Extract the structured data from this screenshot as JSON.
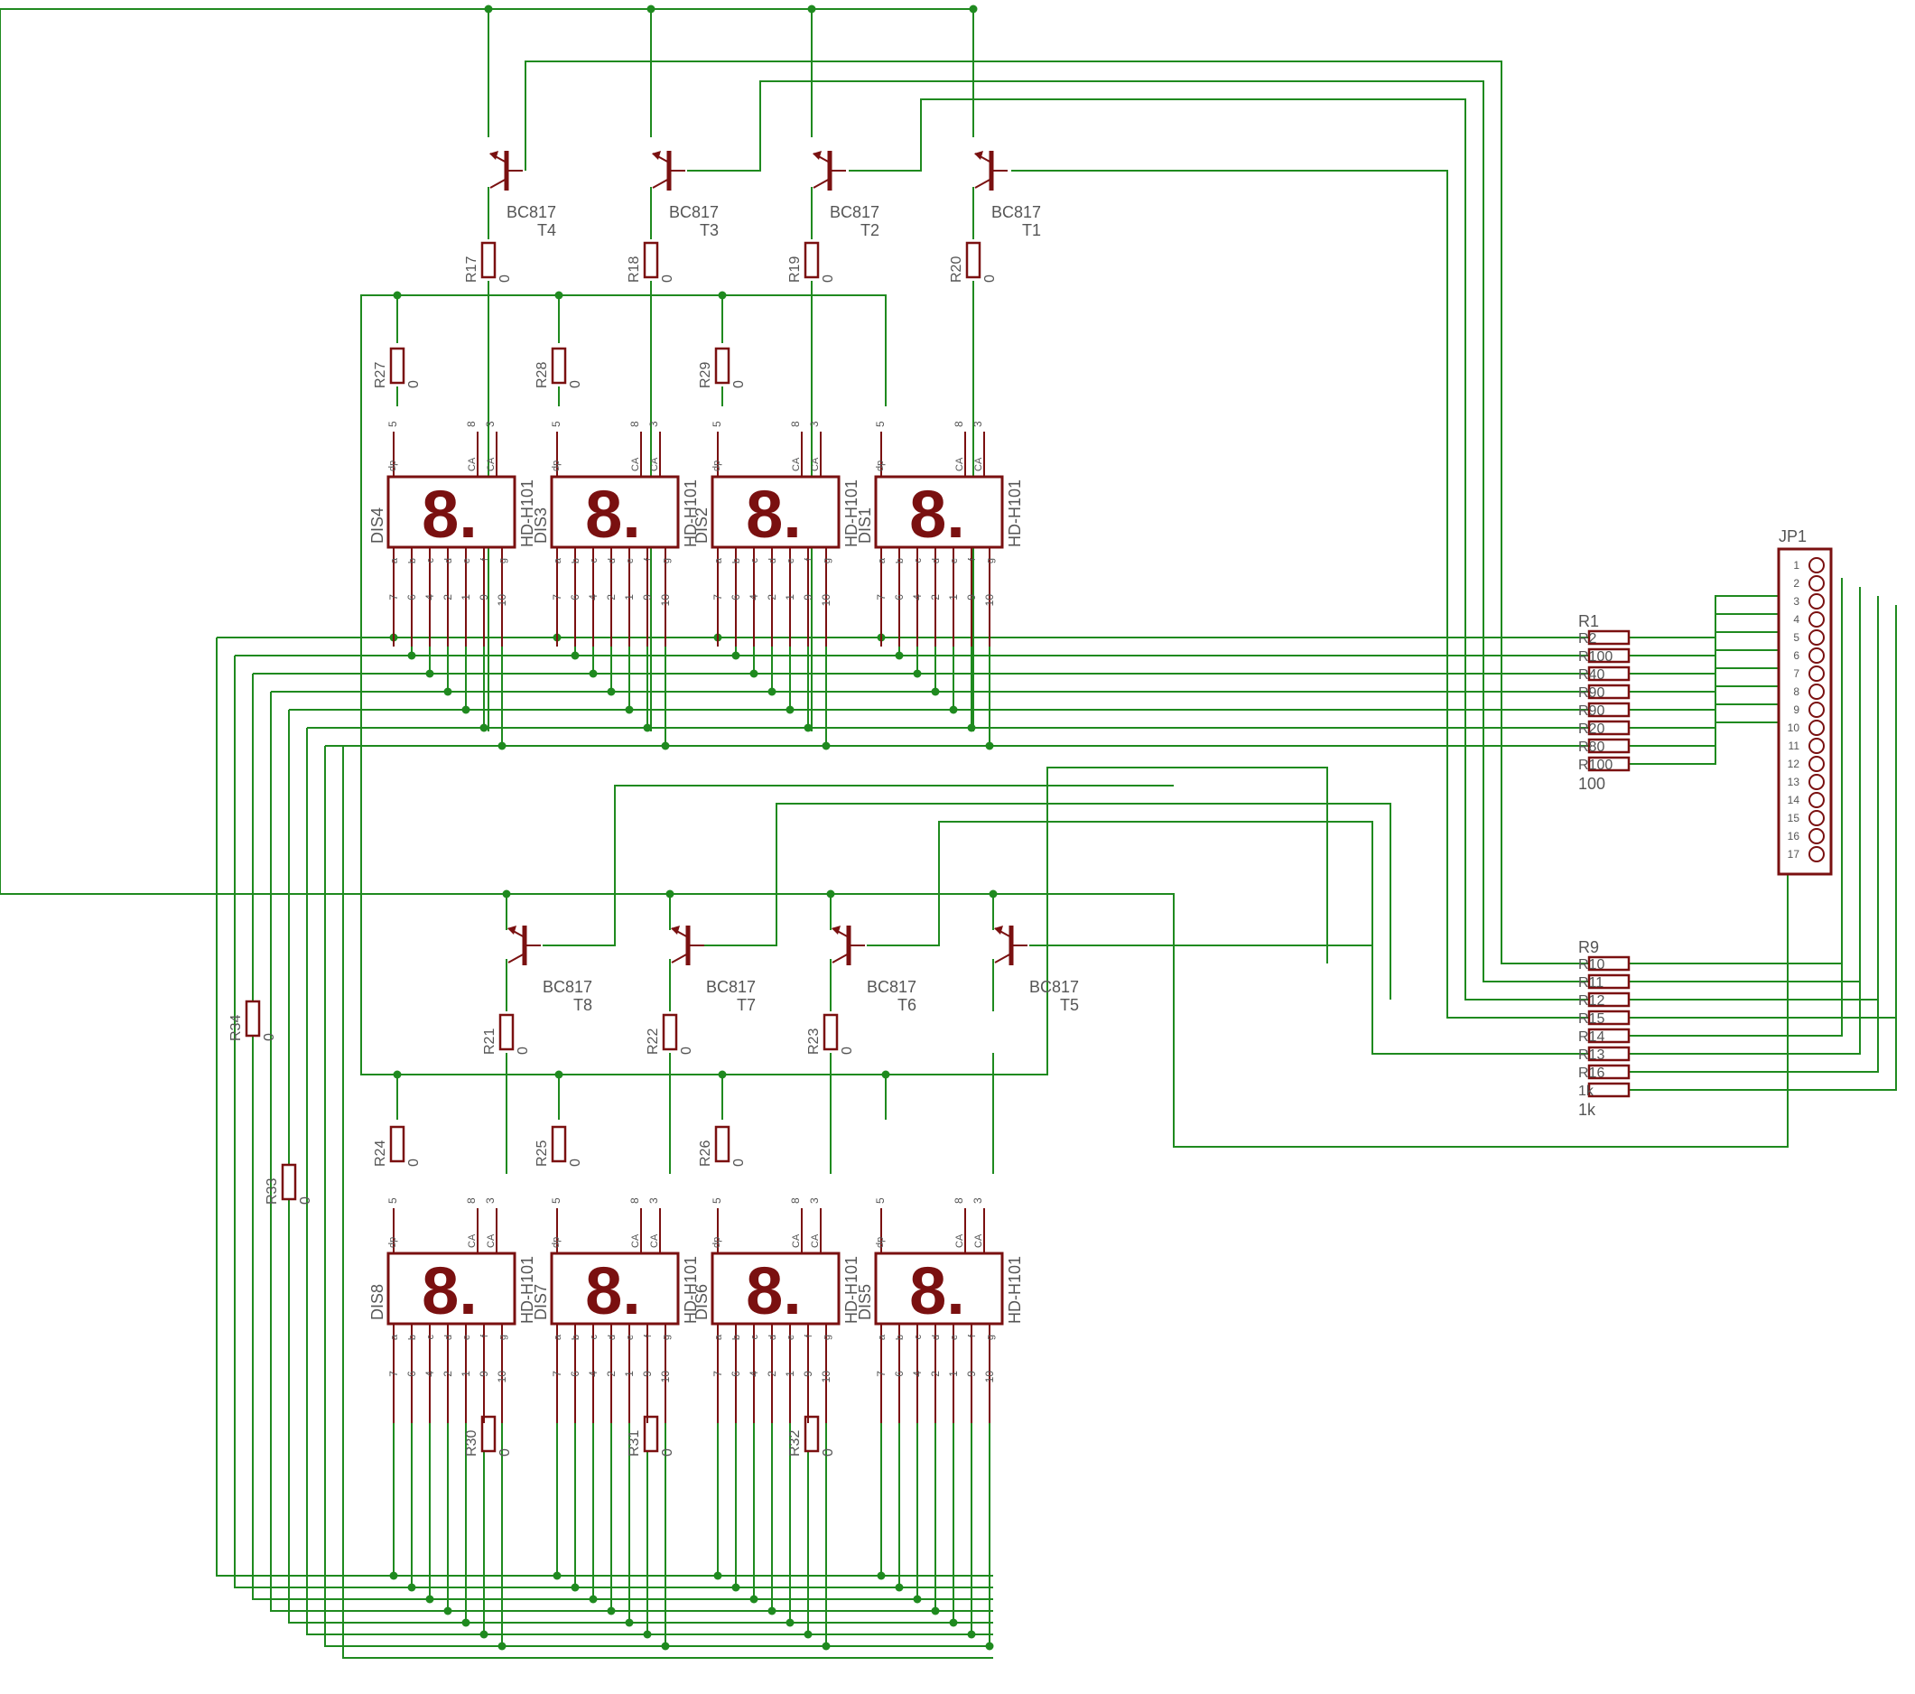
{
  "colors": {
    "wire": "#1f8a1f",
    "component": "#7a1010",
    "label": "#555555",
    "background": "#ffffff"
  },
  "display_top": {
    "glyph": "8.",
    "part": "HD-H101",
    "names": [
      "DIS4",
      "DIS3",
      "DIS2",
      "DIS1"
    ]
  },
  "display_bottom": {
    "glyph": "8.",
    "part": "HD-H101",
    "names": [
      "DIS8",
      "DIS7",
      "DIS6",
      "DIS5"
    ]
  },
  "pin_labels": {
    "top_numbers": [
      "5",
      "8",
      "3"
    ],
    "top_names": [
      "dp",
      "CA",
      "CA"
    ],
    "bottom_names": [
      "a",
      "b",
      "c",
      "d",
      "e",
      "f",
      "g"
    ],
    "bottom_numbers": [
      "7",
      "6",
      "4",
      "2",
      "1",
      "9",
      "10"
    ]
  },
  "transistors_top": [
    {
      "part": "BC817",
      "name": "T4"
    },
    {
      "part": "BC817",
      "name": "T3"
    },
    {
      "part": "BC817",
      "name": "T2"
    },
    {
      "part": "BC817",
      "name": "T1"
    }
  ],
  "transistors_bottom": [
    {
      "part": "BC817",
      "name": "T8"
    },
    {
      "part": "BC817",
      "name": "T7"
    },
    {
      "part": "BC817",
      "name": "T6"
    },
    {
      "part": "BC817",
      "name": "T5"
    }
  ],
  "resistors": {
    "r_base_top": [
      {
        "name": "R17",
        "value": "0"
      },
      {
        "name": "R18",
        "value": "0"
      },
      {
        "name": "R19",
        "value": "0"
      },
      {
        "name": "R20",
        "value": "0"
      }
    ],
    "r_dp_top": [
      {
        "name": "R27",
        "value": "0"
      },
      {
        "name": "R28",
        "value": "0"
      },
      {
        "name": "R29",
        "value": "0"
      }
    ],
    "r_base_bottom": [
      {
        "name": "R21",
        "value": "0"
      },
      {
        "name": "R22",
        "value": "0"
      },
      {
        "name": "R23",
        "value": "0"
      }
    ],
    "r_dp_bottom": [
      {
        "name": "R24",
        "value": "0"
      },
      {
        "name": "R25",
        "value": "0"
      },
      {
        "name": "R26",
        "value": "0"
      }
    ],
    "r_bottom_row": [
      {
        "name": "R30",
        "value": "0"
      },
      {
        "name": "R31",
        "value": "0"
      },
      {
        "name": "R32",
        "value": "0"
      }
    ],
    "r_left": [
      {
        "name": "R34",
        "value": "0"
      },
      {
        "name": "R33",
        "value": "0"
      }
    ],
    "bank1": {
      "first": "R1",
      "value": "100",
      "overlaps": [
        "R2",
        "R100",
        "R40",
        "R90",
        "R90",
        "R20",
        "R80",
        "R100"
      ]
    },
    "bank2": {
      "first": "R9",
      "value": "1k",
      "overlaps": [
        "R10",
        "R11",
        "R12",
        "R15",
        "R14",
        "R13",
        "R16",
        "1k"
      ]
    }
  },
  "connector": {
    "name": "JP1",
    "pins": [
      "1",
      "2",
      "3",
      "4",
      "5",
      "6",
      "7",
      "8",
      "9",
      "10",
      "11",
      "12",
      "13",
      "14",
      "15",
      "16",
      "17"
    ]
  }
}
